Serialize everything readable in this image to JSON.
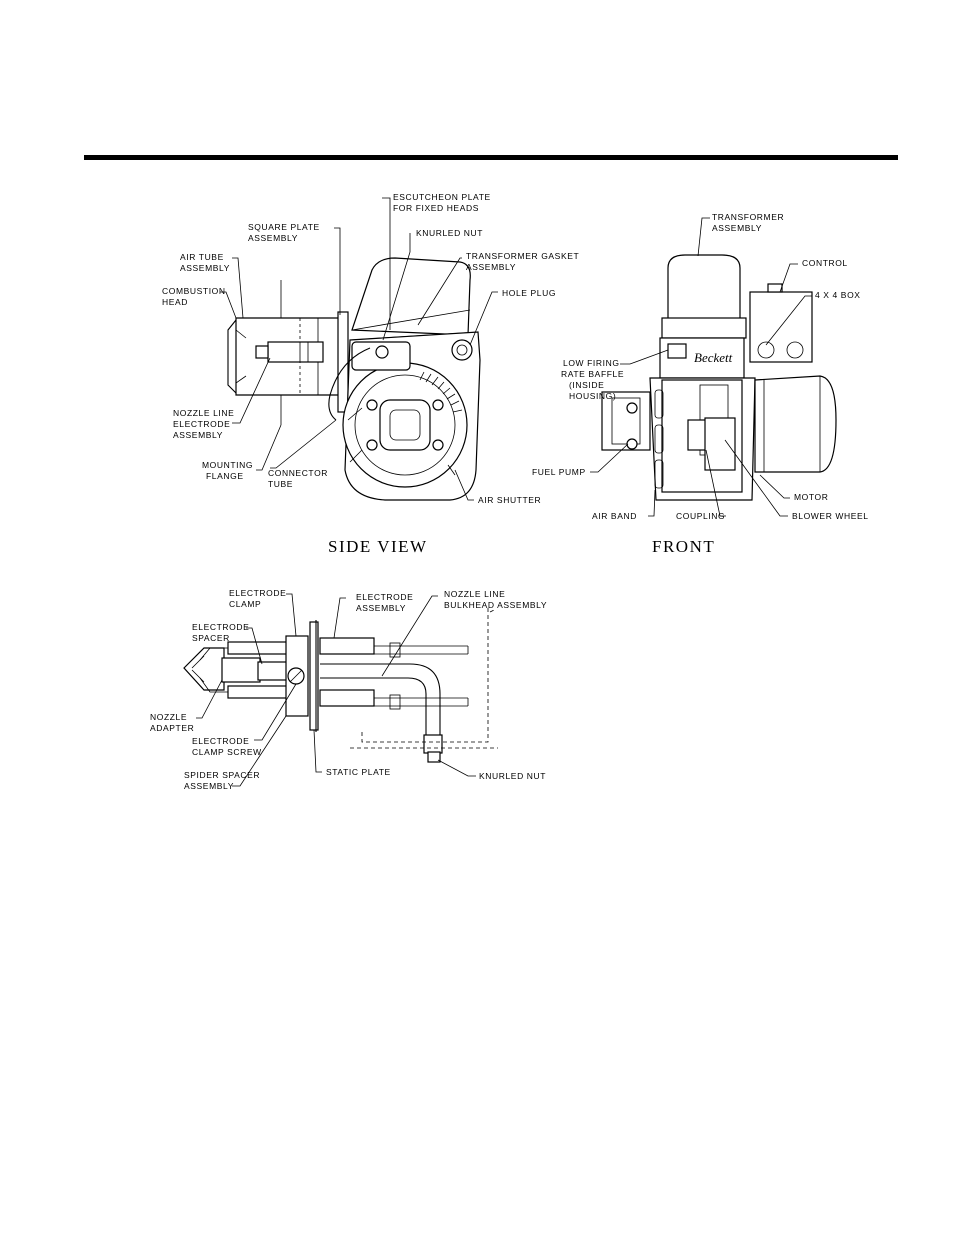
{
  "views": {
    "side": {
      "title": "SIDE VIEW",
      "labels": {
        "escutcheon_1": "ESCUTCHEON PLATE",
        "escutcheon_2": "FOR FIXED HEADS",
        "square_plate_1": "SQUARE PLATE",
        "square_plate_2": "ASSEMBLY",
        "knurled_nut": "KNURLED NUT",
        "transformer_gasket_1": "TRANSFORMER GASKET",
        "transformer_gasket_2": "ASSEMBLY",
        "air_tube_1": "AIR TUBE",
        "air_tube_2": "ASSEMBLY",
        "combustion_head_1": "COMBUSTION",
        "combustion_head_2": "HEAD",
        "hole_plug": "HOLE PLUG",
        "nozzle_line_1": "NOZZLE LINE",
        "nozzle_line_2": "ELECTRODE",
        "nozzle_line_3": "ASSEMBLY",
        "mounting_flange_1": "MOUNTING",
        "mounting_flange_2": "FLANGE",
        "connector_tube_1": "CONNECTOR",
        "connector_tube_2": "TUBE",
        "air_shutter": "AIR SHUTTER"
      }
    },
    "front": {
      "title": "FRONT",
      "brand": "Beckett",
      "labels": {
        "transformer_1": "TRANSFORMER",
        "transformer_2": "ASSEMBLY",
        "control": "CONTROL",
        "box": "4 X 4 BOX",
        "low_firing_1": "LOW FIRING",
        "low_firing_2": "RATE BAFFLE",
        "low_firing_3": "(INSIDE",
        "low_firing_4": "HOUSING)",
        "fuel_pump": "FUEL PUMP",
        "motor": "MOTOR",
        "air_band": "AIR BAND",
        "coupling": "COUPLING",
        "blower_wheel": "BLOWER WHEEL"
      }
    },
    "electrode": {
      "labels": {
        "electrode_clamp_1": "ELECTRODE",
        "electrode_clamp_2": "CLAMP",
        "electrode_assembly_1": "ELECTRODE",
        "electrode_assembly_2": "ASSEMBLY",
        "nozzle_bulkhead_1": "NOZZLE LINE",
        "nozzle_bulkhead_2": "BULKHEAD ASSEMBLY",
        "electrode_spacer_1": "ELECTRODE",
        "electrode_spacer_2": "SPACER",
        "nozzle_adapter_1": "NOZZLE",
        "nozzle_adapter_2": "ADAPTER",
        "clamp_screw_1": "ELECTRODE",
        "clamp_screw_2": "CLAMP SCREW",
        "spider_spacer_1": "SPIDER SPACER",
        "spider_spacer_2": "ASSEMBLY",
        "static_plate": "STATIC PLATE",
        "knurled_nut": "KNURLED NUT"
      }
    }
  },
  "colors": {
    "ink": "#000000",
    "paper": "#ffffff"
  }
}
